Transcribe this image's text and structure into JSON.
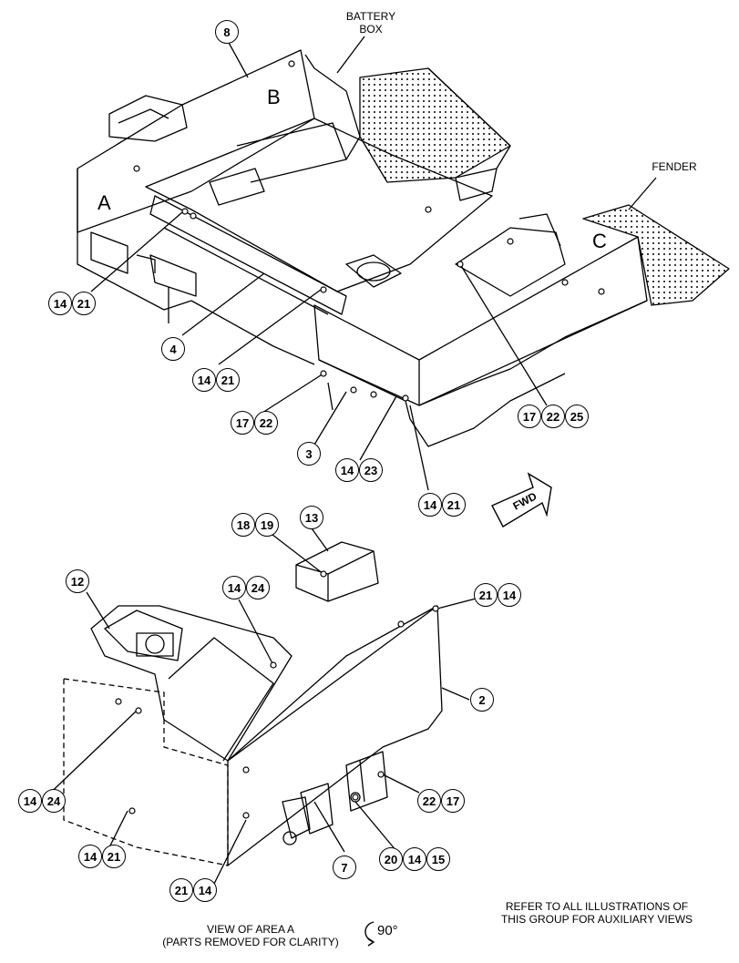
{
  "labels": {
    "battery_box_line1": "BATTERY",
    "battery_box_line2": "BOX",
    "fender": "FENDER",
    "area_a": "A",
    "area_b": "B",
    "area_c": "C",
    "fwd": "FWD"
  },
  "callouts": {
    "c8": "8",
    "c14_a": "14",
    "c21_a": "21",
    "c4": "4",
    "c14_b": "14",
    "c21_b": "21",
    "c17_a": "17",
    "c22_a": "22",
    "c3": "3",
    "c14_c": "14",
    "c23": "23",
    "c14_d": "14",
    "c21_d": "21",
    "c17_b": "17",
    "c22_b": "22",
    "c25": "25",
    "c18": "18",
    "c19": "19",
    "c13": "13",
    "c12": "12",
    "c14_e": "14",
    "c24_a": "24",
    "c21_e": "21",
    "c14_f": "14",
    "c2": "2",
    "c14_g": "14",
    "c24_b": "24",
    "c22_c": "22",
    "c17_c": "17",
    "c14_h": "14",
    "c21_h": "21",
    "c21_i": "21",
    "c14_i": "14",
    "c7": "7",
    "c20": "20",
    "c14_j": "14",
    "c15": "15"
  },
  "notes": {
    "view_line1": "VIEW OF AREA A",
    "view_line2": "(PARTS REMOVED FOR CLARITY)",
    "rotation": "90°",
    "refer_line1": "REFER TO ALL ILLUSTRATIONS OF",
    "refer_line2": "THIS GROUP FOR AUXILIARY VIEWS"
  }
}
